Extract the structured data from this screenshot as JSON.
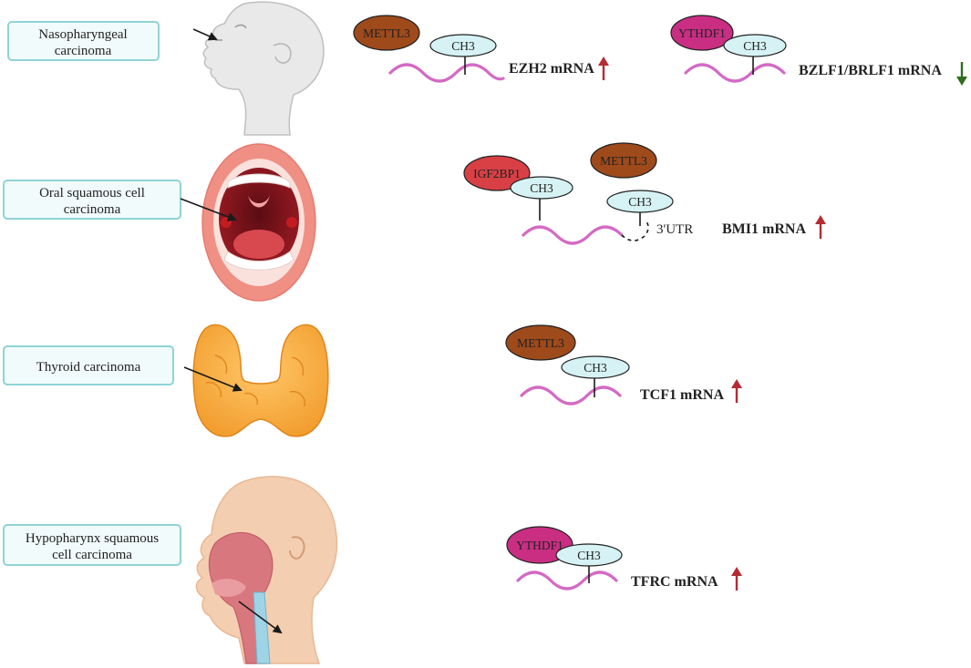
{
  "colors": {
    "box_border": "#8fd3d6",
    "box_fill": "#f1fbfb",
    "mrna_wave": "#d36ac4",
    "mettl3": "#9e4a1b",
    "ythdf1": "#c92e83",
    "igf2bp1": "#d94045",
    "ch3_fill": "#d6f2f4",
    "up_arrow": "#b52b34",
    "down_arrow": "#2f6e1c"
  },
  "rows": [
    {
      "cancer": {
        "line1": "Nasopharyngeal",
        "line2": "carcinoma"
      },
      "organ_icon": "head-profile-icon",
      "mechanisms": [
        {
          "enzyme": "METTL3",
          "mark": "CH3",
          "target": "EZH2 mRNA",
          "direction": "up"
        },
        {
          "enzyme": "YTHDF1",
          "mark": "CH3",
          "target": "BZLF1/BRLF1 mRNA",
          "direction": "down"
        }
      ]
    },
    {
      "cancer": {
        "line1": "Oral squamous cell",
        "line2": "carcinoma"
      },
      "organ_icon": "open-mouth-icon",
      "mechanisms": [
        {
          "enzyme_a": "IGF2BP1",
          "enzyme_b": "METTL3",
          "mark_a": "CH3",
          "mark_b": "CH3",
          "region": "3'UTR",
          "target": "BMI1 mRNA",
          "direction": "up"
        }
      ]
    },
    {
      "cancer": {
        "line1": "Thyroid carcinoma"
      },
      "organ_icon": "thyroid-gland-icon",
      "mechanisms": [
        {
          "enzyme": "METTL3",
          "mark": "CH3",
          "target": "TCF1 mRNA",
          "direction": "up"
        }
      ]
    },
    {
      "cancer": {
        "line1": "Hypopharynx squamous",
        "line2": "cell carcinoma"
      },
      "organ_icon": "head-sagittal-section-icon",
      "mechanisms": [
        {
          "enzyme": "YTHDF1",
          "mark": "CH3",
          "target": "TFRC mRNA",
          "direction": "up"
        }
      ]
    }
  ]
}
